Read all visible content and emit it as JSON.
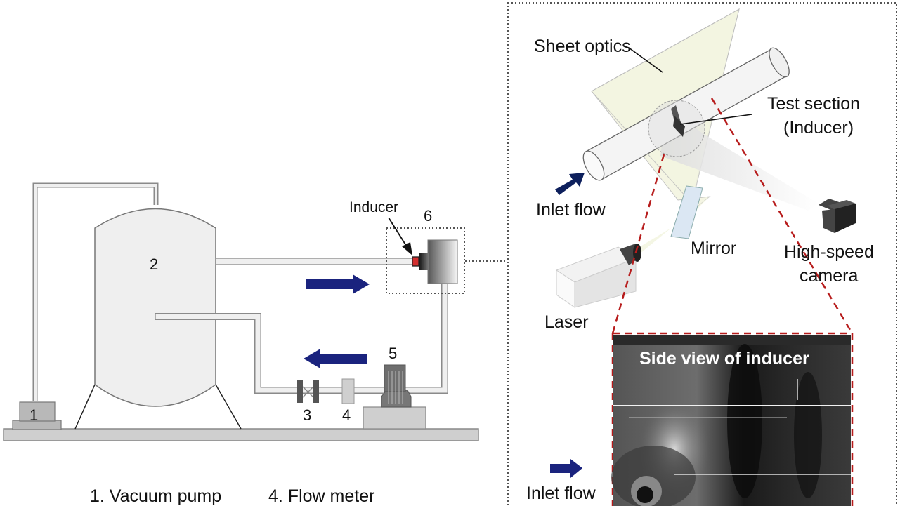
{
  "left_panel": {
    "component_numbers": {
      "vacuum_pump": "1",
      "tank": "2",
      "valve": "3",
      "flow_meter": "4",
      "motor_pump": "5",
      "test_section": "6"
    },
    "inducer_label": "Inducer",
    "legend": [
      "1. Vacuum pump",
      "4. Flow meter"
    ]
  },
  "right_panel": {
    "labels": {
      "sheet_optics": "Sheet optics",
      "test_section": "Test section",
      "test_section_sub": "(Inducer)",
      "inlet_flow": "Inlet flow",
      "mirror": "Mirror",
      "high_speed": "High-speed",
      "camera": "camera",
      "laser": "Laser",
      "inlet_flow_photo": "Inlet flow"
    },
    "photo_title": "Side view of inducer"
  },
  "colors": {
    "flow_arrow": "#1a237e",
    "inducer_red": "#d32f2f",
    "zoom_dash": "#b71c1c",
    "tank_fill": "#efefef",
    "pipe_stroke": "#8a8a8a"
  }
}
